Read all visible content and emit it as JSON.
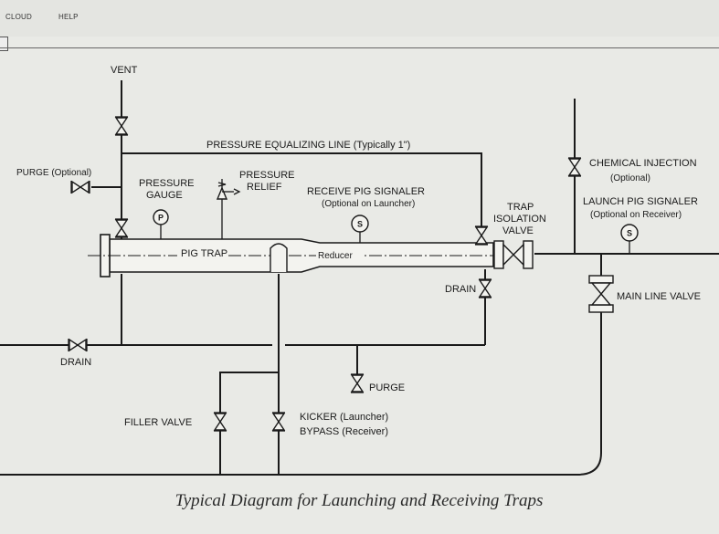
{
  "menu": {
    "items": [
      "CLOUD",
      "HELP"
    ]
  },
  "diagram": {
    "labels": {
      "vent": "VENT",
      "pressure_equalizing_line": "PRESSURE EQUALIZING LINE (Typically 1\")",
      "purge_optional": "PURGE (Optional)",
      "pressure_gauge_1": "PRESSURE",
      "pressure_gauge_2": "GAUGE",
      "pressure_relief_1": "PRESSURE",
      "pressure_relief_2": "RELIEF",
      "receive_pig_signaler_1": "RECEIVE PIG SIGNALER",
      "receive_pig_signaler_2": "(Optional on Launcher)",
      "trap_isolation_1": "TRAP",
      "trap_isolation_2": "ISOLATION",
      "trap_isolation_3": "VALVE",
      "chemical_injection_1": "CHEMICAL INJECTION",
      "chemical_injection_2": "(Optional)",
      "launch_pig_signaler_1": "LAUNCH PIG SIGNALER",
      "launch_pig_signaler_2": "(Optional on Receiver)",
      "pig_trap": "PIG TRAP",
      "reducer": "Reducer",
      "drain_upper": "DRAIN",
      "main_line_valve": "MAIN LINE VALVE",
      "drain_lower": "DRAIN",
      "purge": "PURGE",
      "filler_valve": "FILLER VALVE",
      "kicker_1": "KICKER (Launcher)",
      "kicker_2": "BYPASS (Receiver)"
    },
    "gauge_symbols": {
      "pressure": "P",
      "signaler_receive": "S",
      "signaler_launch": "S"
    },
    "caption": "Typical Diagram for Launching and Receiving Traps"
  }
}
